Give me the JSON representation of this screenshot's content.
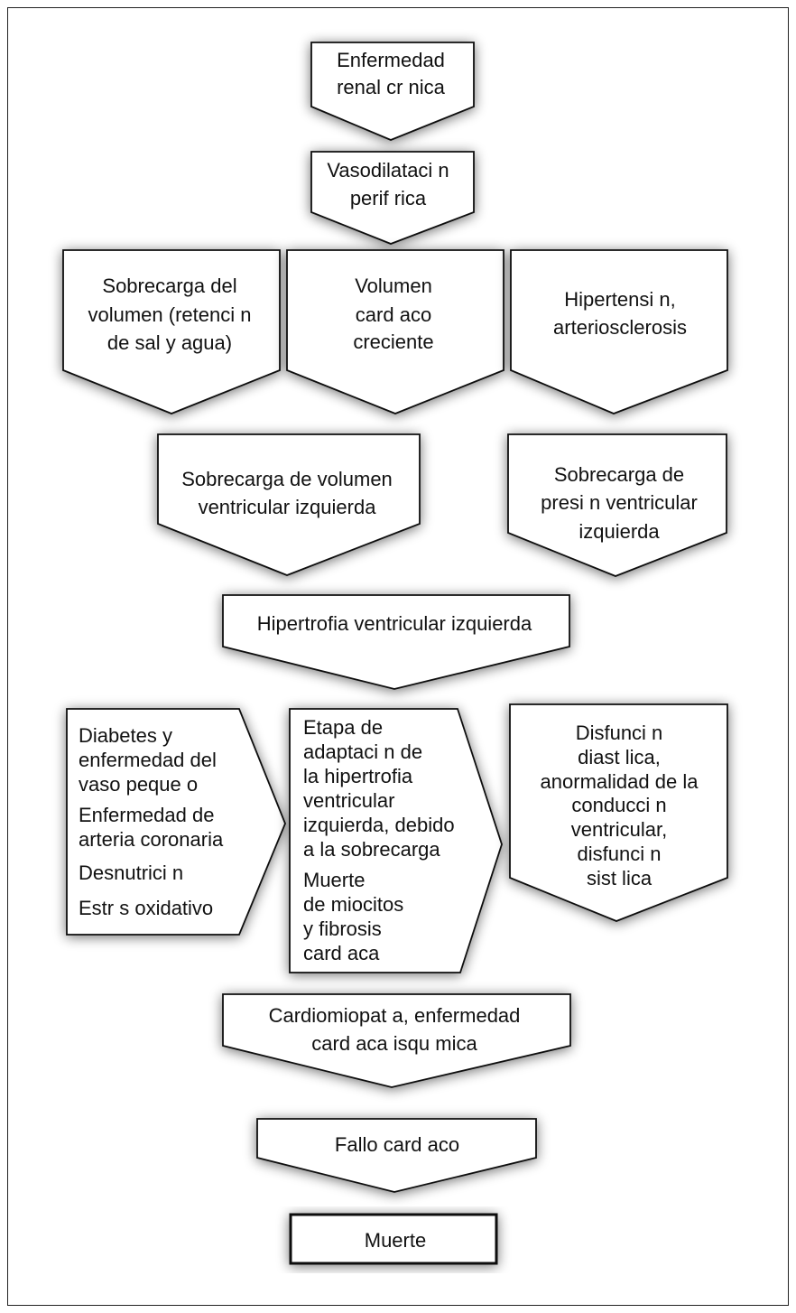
{
  "diagram": {
    "nodes": [
      {
        "id": "enfermedad-renal",
        "lines": [
          "Enfermedad",
          "renal cr nica"
        ]
      },
      {
        "id": "vasodilatacion",
        "lines": [
          "Vasodilataci n",
          "perif rica"
        ]
      },
      {
        "id": "sobrecarga-volumen",
        "lines": [
          "Sobrecarga del",
          "volumen (retenci n",
          "de sal y agua)"
        ]
      },
      {
        "id": "volumen-cardiaco",
        "lines": [
          "Volumen",
          "card aco",
          "creciente"
        ]
      },
      {
        "id": "hipertension",
        "lines": [
          "Hipertensi n,",
          "arteriosclerosis"
        ]
      },
      {
        "id": "sobrecarga-volumen-vi",
        "lines": [
          "Sobrecarga de volumen",
          "ventricular izquierda"
        ]
      },
      {
        "id": "sobrecarga-presion-vi",
        "lines": [
          "Sobrecarga de",
          "presi n ventricular",
          "izquierda"
        ]
      },
      {
        "id": "hipertrofia-vi",
        "lines": [
          "Hipertrofia ventricular izquierda"
        ]
      },
      {
        "id": "factores",
        "lines": [
          "Diabetes y",
          "enfermedad del",
          "vaso peque o",
          "Enfermedad de",
          "arteria coronaria",
          "Desnutrici n",
          "Estr s oxidativo"
        ]
      },
      {
        "id": "etapa-adaptacion",
        "lines": [
          "Etapa de",
          "adaptaci n de",
          "la hipertrofia",
          "ventricular",
          "izquierda, debido",
          "a la sobrecarga",
          "Muerte",
          "de miocitos",
          "y fibrosis",
          "card aca"
        ]
      },
      {
        "id": "disfuncion",
        "lines": [
          "Disfunci n",
          "diast lica,",
          "anormalidad de la",
          "conducci n",
          "ventricular,",
          "disfunci n",
          "sist lica"
        ]
      },
      {
        "id": "cardiomiopatia",
        "lines": [
          "Cardiomiopat a, enfermedad",
          "card aca isqu mica"
        ]
      },
      {
        "id": "fallo-cardiaco",
        "lines": [
          "Fallo card aco"
        ]
      },
      {
        "id": "muerte",
        "lines": [
          "Muerte"
        ]
      }
    ]
  }
}
